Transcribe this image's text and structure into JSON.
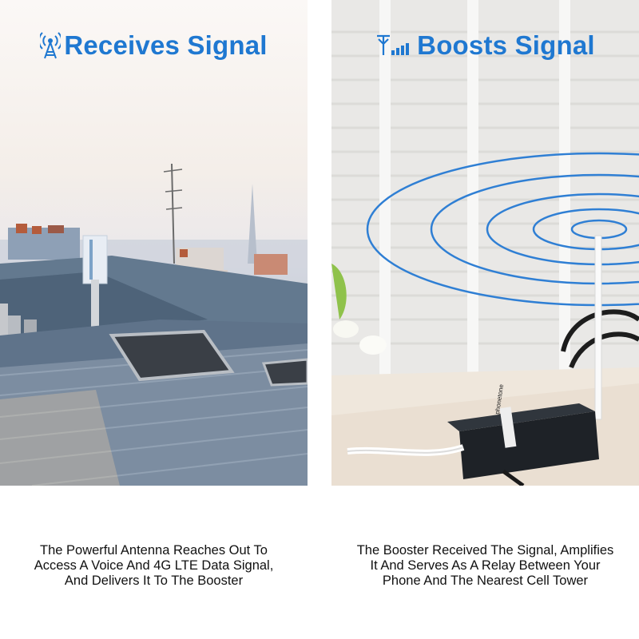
{
  "left_panel": {
    "heading": "Receives Signal",
    "heading_icon": "antenna-tower-icon",
    "caption_lines": [
      "The Powerful Antenna Reaches Out To",
      "Access A Voice And 4G LTE Data Signal,",
      "And Delivers It To The Booster"
    ]
  },
  "right_panel": {
    "heading": "Boosts Signal",
    "heading_icon": "signal-bars-icon",
    "device_brand": "phonetone",
    "caption_lines": [
      "The Booster Received The Signal, Amplifies",
      "It And Serves As A Relay Between Your",
      "Phone And The Nearest Cell Tower"
    ]
  },
  "colors": {
    "accent": "#1f78d1",
    "caption_text": "#111111"
  }
}
